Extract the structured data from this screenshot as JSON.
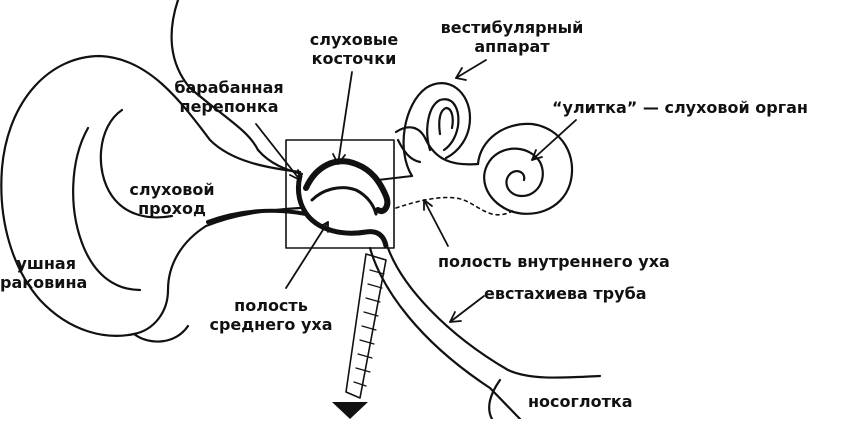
{
  "colors": {
    "ink": "#111111",
    "background": "#ffffff"
  },
  "labels": {
    "ossicles": [
      "слуховые",
      "косточки"
    ],
    "vestibular": [
      "вестибулярный",
      "аппарат"
    ],
    "eardrum": [
      "барабанная",
      "перепонка"
    ],
    "cochlea": "“улитка” — слуховой орган",
    "ear_canal": [
      "слуховой",
      "проход"
    ],
    "auricle": [
      "ушная",
      "раковина"
    ],
    "inner_cavity": "полость внутреннего уха",
    "eustachian": "евстахиева труба",
    "middle_cavity": [
      "полость",
      "среднего уха"
    ],
    "nasopharynx": "носоглотка"
  }
}
